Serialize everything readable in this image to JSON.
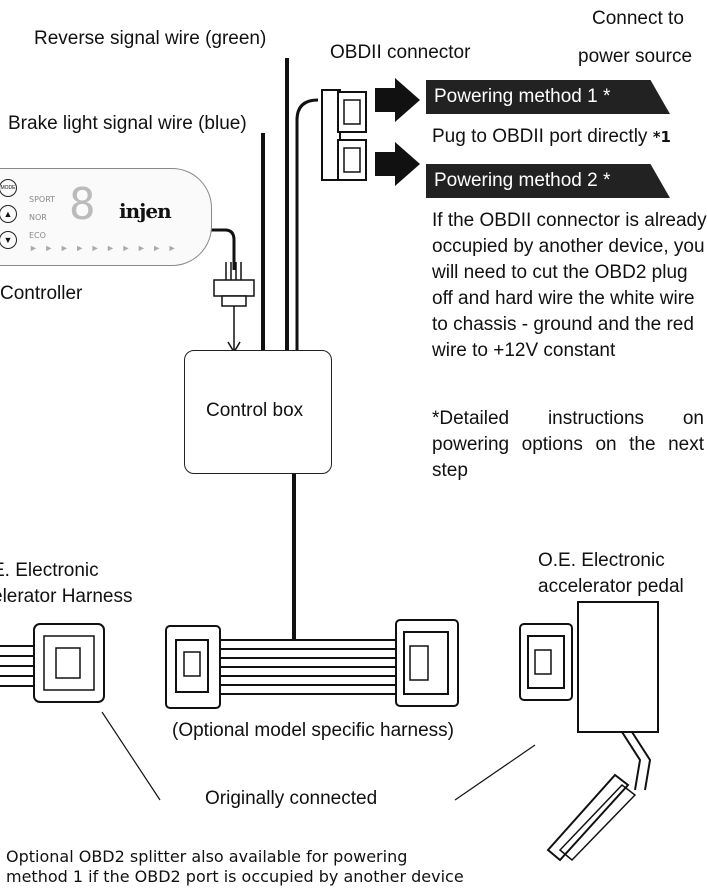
{
  "labels": {
    "reverse_wire": "Reverse signal wire (green)",
    "obd_connector": "OBDII connector",
    "connect_to": "Connect to",
    "power_source": "power source",
    "brake_wire": "Brake light signal wire (blue)",
    "controller": "Controller",
    "control_box": "Control box",
    "oe_harness_line1": "E. Electronic",
    "oe_harness_line2": "elerator Harness",
    "oe_pedal_line1": "O.E. Electronic",
    "oe_pedal_line2": "accelerator pedal",
    "optional_harness": "(Optional model specific harness)",
    "originally_connected": "Originally connected"
  },
  "controller_panel": {
    "mode": "MODE",
    "sport": "SPORT",
    "nor": "NOR",
    "eco": "ECO",
    "digit": "8",
    "brand": "injen"
  },
  "powering": {
    "method1_label": "Powering method 1 *",
    "method1_text": "Pug to OBDII port directly",
    "method1_ref": "*1",
    "method2_label": "Powering method 2 *",
    "method2_text": "If the OBDII connector is already occupied by another device, you will need to cut the OBD2 plug off and hard wire the white wire to chassis - ground and the red wire to +12V constant",
    "detail_note": "*Detailed instructions on powering options on the next step"
  },
  "footer": {
    "line1": "Optional OBD2 splitter also available for powering",
    "line2": "method 1  if the OBD2 port is occupied by another device"
  }
}
